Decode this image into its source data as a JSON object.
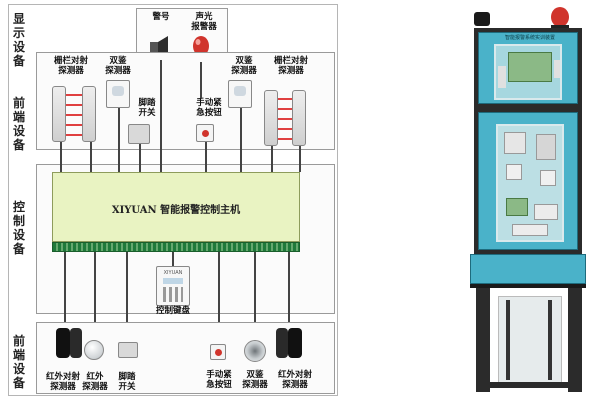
{
  "diagram": {
    "sections": {
      "display": "显示\n设备",
      "front_top": "前端\n设备",
      "control": "控制\n设备",
      "front_bottom": "前端\n设备"
    },
    "display_devices": {
      "siren": "警号",
      "strobe": "声光\n报警器"
    },
    "top_devices": {
      "beam_left": "栅栏对射\n探测器",
      "dual_left": "双鉴\n探测器",
      "foot_switch": "脚踏\n开关",
      "manual_button": "手动紧\n急按钮",
      "dual_right": "双鉴\n探测器",
      "beam_right": "栅栏对射\n探测器"
    },
    "controller_title": "XIYUAN 智能报警控制主机",
    "keypad": {
      "label": "控制键盘",
      "brand": "XIYUAN"
    },
    "bottom_devices": {
      "ir_beam_left": "红外对射\n探测器",
      "ir": "红外\n探测器",
      "foot_switch": "脚踏\n开关",
      "manual_button": "手动紧\n急按钮",
      "dual": "双鉴\n探测器",
      "ir_beam_right": "红外对射\n探测器"
    },
    "colors": {
      "controller_fill": "#e9f3c2",
      "terminal_green": "#1f7a3a",
      "alarm_red": "#d0342c",
      "cabinet_blue": "#4ab2c9"
    }
  },
  "cabinet": {
    "header_label": "智能报警系统实训装置"
  }
}
